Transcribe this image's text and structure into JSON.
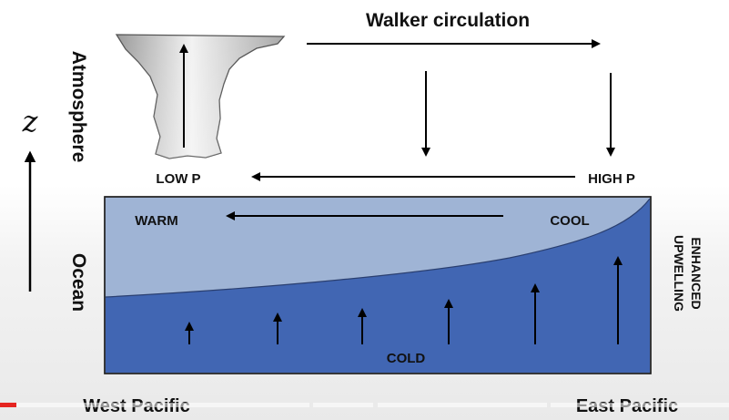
{
  "diagram": {
    "title": "Walker circulation",
    "atmosphere_label": "Atmosphere",
    "ocean_label": "Ocean",
    "axis_symbol": "z",
    "low_pressure": "LOW P",
    "high_pressure": "HIGH P",
    "warm_label": "WARM",
    "cool_label": "COOL",
    "cold_label": "COLD",
    "upwelling_line1": "ENHANCED",
    "upwelling_line2": "UPWELLING",
    "west_label": "West Pacific",
    "east_label": "East Pacific"
  },
  "colors": {
    "warm_layer": "#9fb4d5",
    "cold_layer": "#4166b3",
    "cloud": "#b8b8b8",
    "arrow": "#000000",
    "progress": "#e52420"
  },
  "video": {
    "progress_fraction": 0.022
  }
}
